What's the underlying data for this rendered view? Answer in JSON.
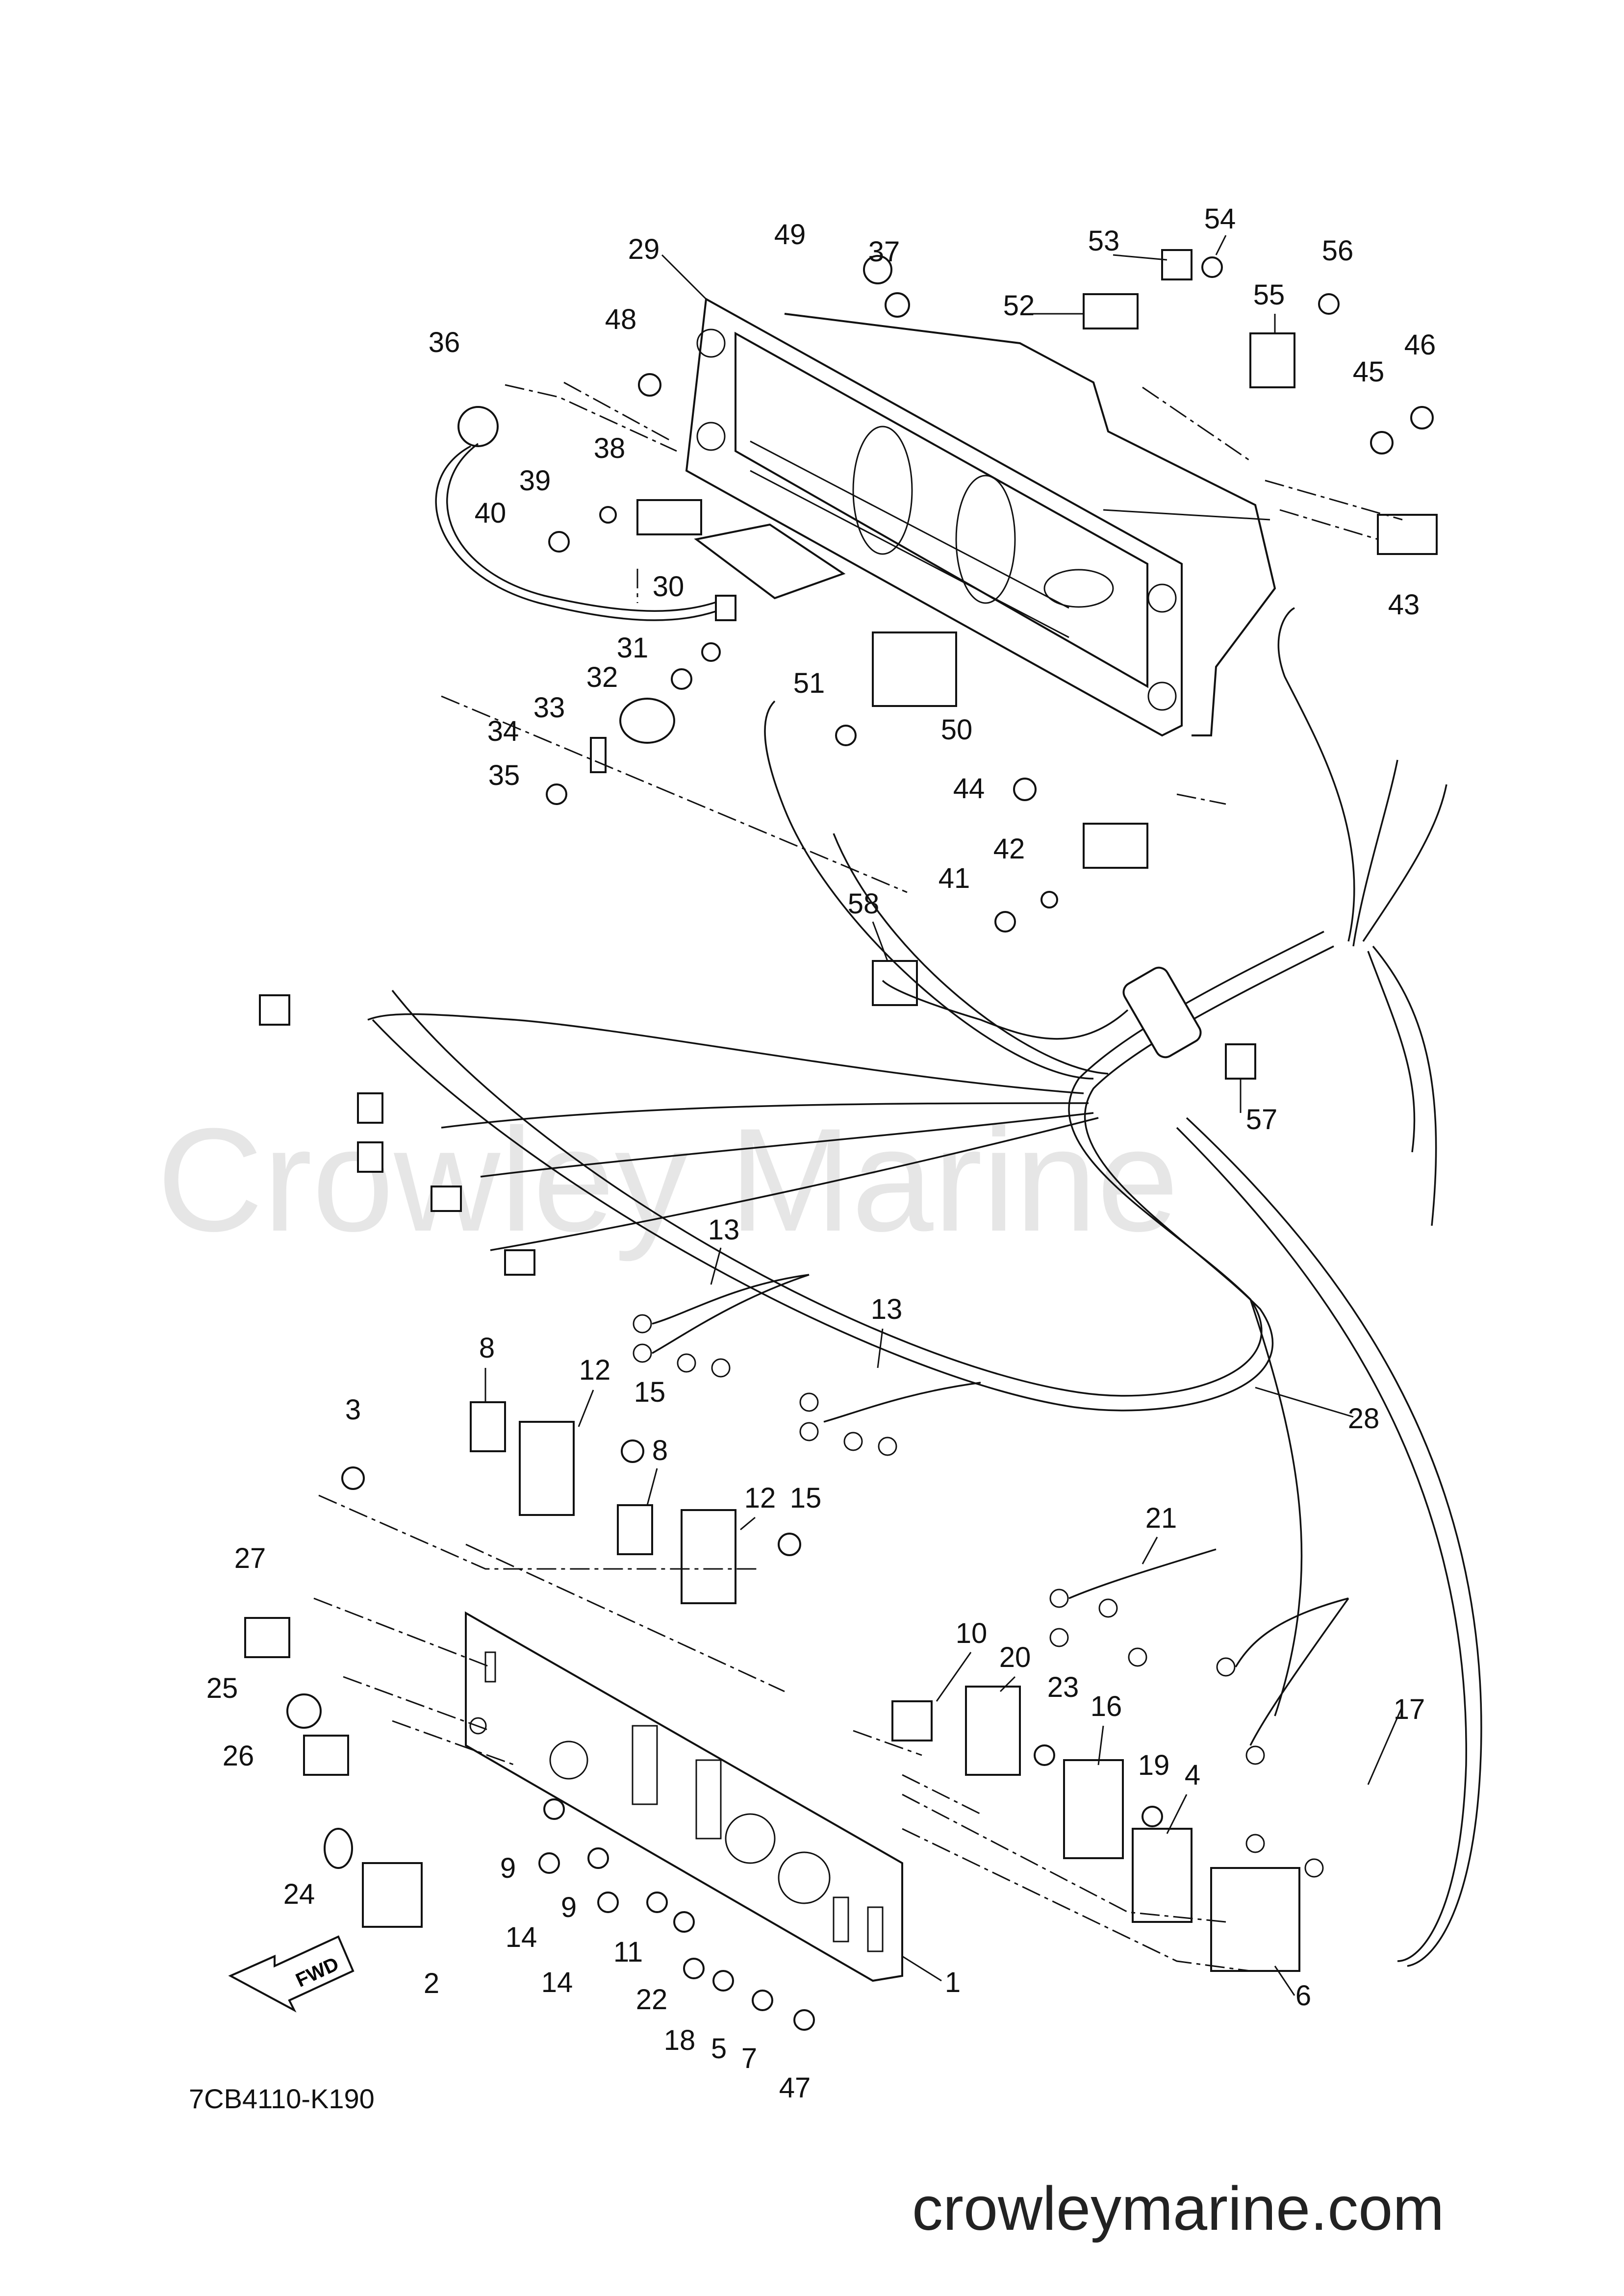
{
  "watermark": "Crowley Marine",
  "diagram_code": "7CB4110-K190",
  "site_url": "crowleymarine.com",
  "fwd_label": "FWD",
  "part_numbers": {
    "p1": "1",
    "p2": "2",
    "p3": "3",
    "p4": "4",
    "p5": "5",
    "p6": "6",
    "p7": "7",
    "p8a": "8",
    "p8b": "8",
    "p9a": "9",
    "p9b": "9",
    "p10": "10",
    "p11": "11",
    "p12a": "12",
    "p12b": "12",
    "p13a": "13",
    "p13b": "13",
    "p14a": "14",
    "p14b": "14",
    "p15a": "15",
    "p15b": "15",
    "p16": "16",
    "p17": "17",
    "p18": "18",
    "p19": "19",
    "p20": "20",
    "p21": "21",
    "p22": "22",
    "p23": "23",
    "p24": "24",
    "p25": "25",
    "p26": "26",
    "p27": "27",
    "p28": "28",
    "p29": "29",
    "p30": "30",
    "p31": "31",
    "p32": "32",
    "p33": "33",
    "p34": "34",
    "p35": "35",
    "p36": "36",
    "p37": "37",
    "p38": "38",
    "p39": "39",
    "p40": "40",
    "p41": "41",
    "p42": "42",
    "p43": "43",
    "p44": "44",
    "p45": "45",
    "p46": "46",
    "p47": "47",
    "p48": "48",
    "p49": "49",
    "p50": "50",
    "p51": "51",
    "p52": "52",
    "p53": "53",
    "p54": "54",
    "p55": "55",
    "p56": "56",
    "p57": "57",
    "p58": "58"
  }
}
